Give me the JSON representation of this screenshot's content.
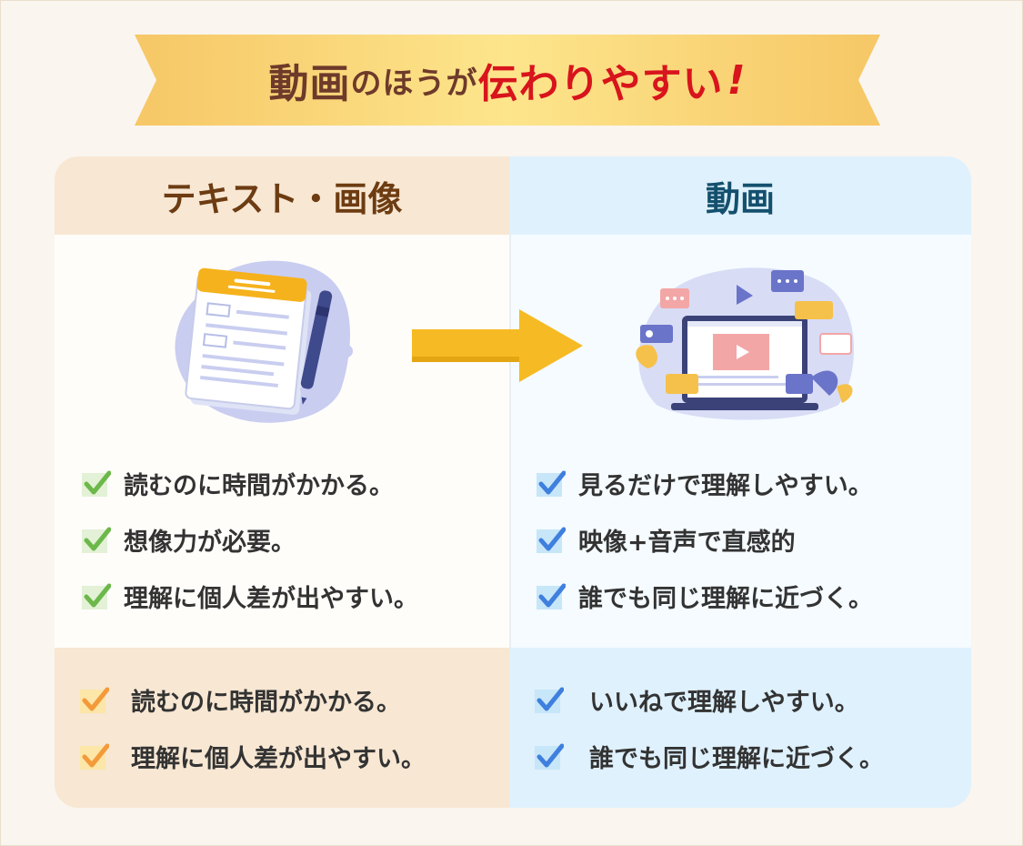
{
  "title": {
    "part1": "動画",
    "part2": "のほう",
    "part3": "が",
    "part4": "伝わりやすい",
    "exclaim": "!"
  },
  "colors": {
    "green_check": "#6cb84a",
    "orange_check": "#f39a3b",
    "blue_check": "#3f7fde",
    "left_header_bg": "#f7e7d3",
    "right_header_bg": "#dff1fd",
    "arrow": "#f6bb24"
  },
  "left": {
    "header": "テキスト・画像",
    "illustration": "document-with-pen-icon",
    "items": [
      "読むのに時間がかかる。",
      "想像力が必要。",
      "理解に個人差が出やすい。"
    ],
    "footer_items": [
      "読むのに時間がかかる。",
      "理解に個人差が出やすい。"
    ]
  },
  "right": {
    "header": "動画",
    "illustration": "laptop-video-icon",
    "items": [
      "見るだけで理解しやすい。",
      "映像+音声で直感的",
      "誰でも同じ理解に近づく。"
    ],
    "footer_items": [
      "いいねで理解しやすい。",
      "誰でも同じ理解に近づく。"
    ]
  }
}
